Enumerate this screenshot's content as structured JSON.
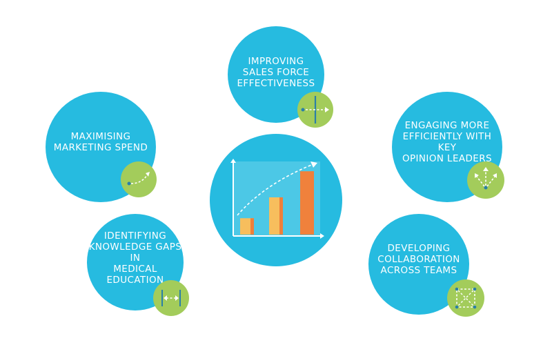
{
  "colors": {
    "circle": "#26bbe0",
    "badge": "#a3cc5b",
    "panel": "#4cc8e6",
    "bar_light": "#f7be5d",
    "bar_dark": "#ef7f3a",
    "bar_tall": "#f0813c"
  },
  "nodes": [
    {
      "id": "sales",
      "label": "IMPROVING\nSALES FORCE\nEFFECTIVENESS",
      "icon": "dotted-arrow-crossing-line-icon"
    },
    {
      "id": "marketing",
      "label": "MAXIMISING\nMARKETING SPEND",
      "icon": "curved-dotted-arrow-icon"
    },
    {
      "id": "opinion",
      "label": "ENGAGING MORE\nEFFICIENTLY WITH KEY\nOPINION LEADERS",
      "icon": "branching-arrows-icon"
    },
    {
      "id": "knowledge",
      "label": "IDENTIFYING\nKNOWLEDGE GAPS IN\nMEDICAL EDUCATION",
      "icon": "bracketed-double-arrow-icon"
    },
    {
      "id": "collab",
      "label": "DEVELOPING\nCOLLABORATION\nACROSS TEAMS",
      "icon": "dotted-square-cross-icon"
    }
  ],
  "center_icon": "growth-bar-chart-icon",
  "center_bars": [
    0.22,
    0.5,
    0.85
  ]
}
